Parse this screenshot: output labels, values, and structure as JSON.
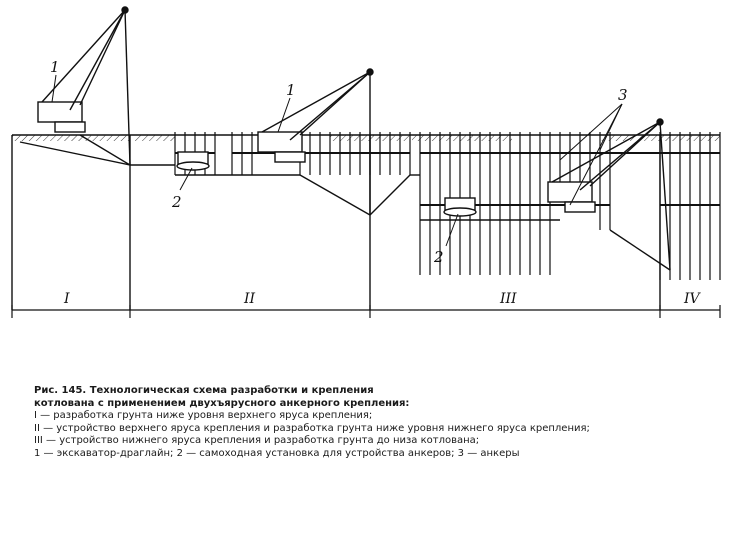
{
  "figure": {
    "labels": {
      "excavator_1a": "1",
      "excavator_1b": "1",
      "unit_2a": "2",
      "unit_2b": "2",
      "anchors_3": "3"
    },
    "stages": [
      "I",
      "II",
      "III",
      "IV"
    ]
  },
  "caption": {
    "title_line1": "Рис. 145. Технологическая схема разработки и крепления",
    "title_line2": "котлована с применением двухъярусного анкерного крепления:",
    "lines": [
      "I — разработка грунта ниже уровня верхнего яруса крепления;",
      "II — устройство верхнего яруса крепления и разработка грунта ниже уровня нижнего яруса крепления;",
      "III — устройство нижнего яруса крепления и разработка грунта до низа котлована;",
      "1 — экскаватор-драглайн; 2 — самоходная установка для устройства анкеров; 3 — анкеры"
    ]
  }
}
